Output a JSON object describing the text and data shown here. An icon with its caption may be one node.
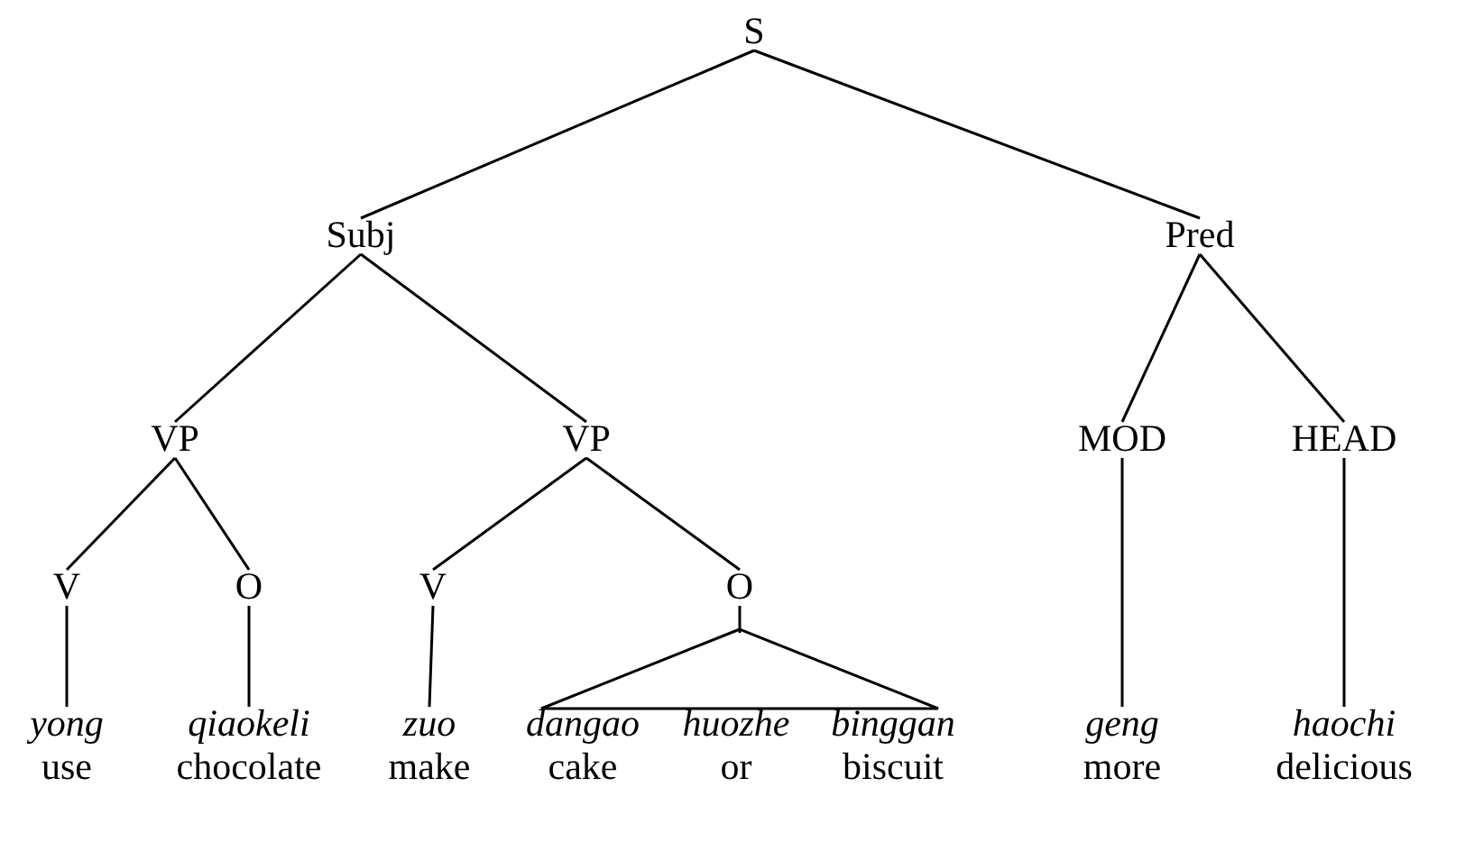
{
  "diagram": {
    "nodes": [
      {
        "text": [
          "S"
        ]
      },
      {
        "text": [
          "Subj"
        ]
      },
      {
        "text": [
          "Pred"
        ]
      },
      {
        "text": [
          "VP"
        ]
      },
      {
        "text": [
          "VP"
        ]
      },
      {
        "text": [
          "MOD"
        ]
      },
      {
        "text": [
          "HEAD"
        ]
      },
      {
        "text": [
          "V"
        ]
      },
      {
        "text": [
          "O"
        ]
      },
      {
        "text": [
          "V"
        ]
      },
      {
        "text": [
          "O"
        ]
      },
      {
        "text": [
          "yong",
          "use"
        ]
      },
      {
        "text": [
          "qiaokeli",
          "chocolate"
        ]
      },
      {
        "text": [
          "zuo",
          "make"
        ]
      },
      {
        "text": [],
        "shape": "triangle",
        "beside": [
          "dangao",
          "cake",
          "huozhe",
          "or",
          "binggan",
          "biscuit"
        ]
      },
      {
        "text": [
          "geng",
          "more"
        ]
      },
      {
        "text": [
          "haochi",
          "delicious"
        ]
      }
    ],
    "edges": [
      {
        "from": 0,
        "to": 1,
        "arrow": "none"
      },
      {
        "from": 0,
        "to": 2,
        "arrow": "none"
      },
      {
        "from": 1,
        "to": 3,
        "arrow": "none"
      },
      {
        "from": 1,
        "to": 4,
        "arrow": "none"
      },
      {
        "from": 2,
        "to": 5,
        "arrow": "none"
      },
      {
        "from": 2,
        "to": 6,
        "arrow": "none"
      },
      {
        "from": 3,
        "to": 7,
        "arrow": "none"
      },
      {
        "from": 3,
        "to": 8,
        "arrow": "none"
      },
      {
        "from": 4,
        "to": 9,
        "arrow": "none"
      },
      {
        "from": 4,
        "to": 10,
        "arrow": "none"
      },
      {
        "from": 7,
        "to": 11,
        "arrow": "none"
      },
      {
        "from": 8,
        "to": 12,
        "arrow": "none"
      },
      {
        "from": 9,
        "to": 13,
        "arrow": "none"
      },
      {
        "from": 10,
        "to": 14,
        "arrow": "none"
      },
      {
        "from": 5,
        "to": 15,
        "arrow": "none"
      },
      {
        "from": 6,
        "to": 16,
        "arrow": "none"
      }
    ]
  }
}
